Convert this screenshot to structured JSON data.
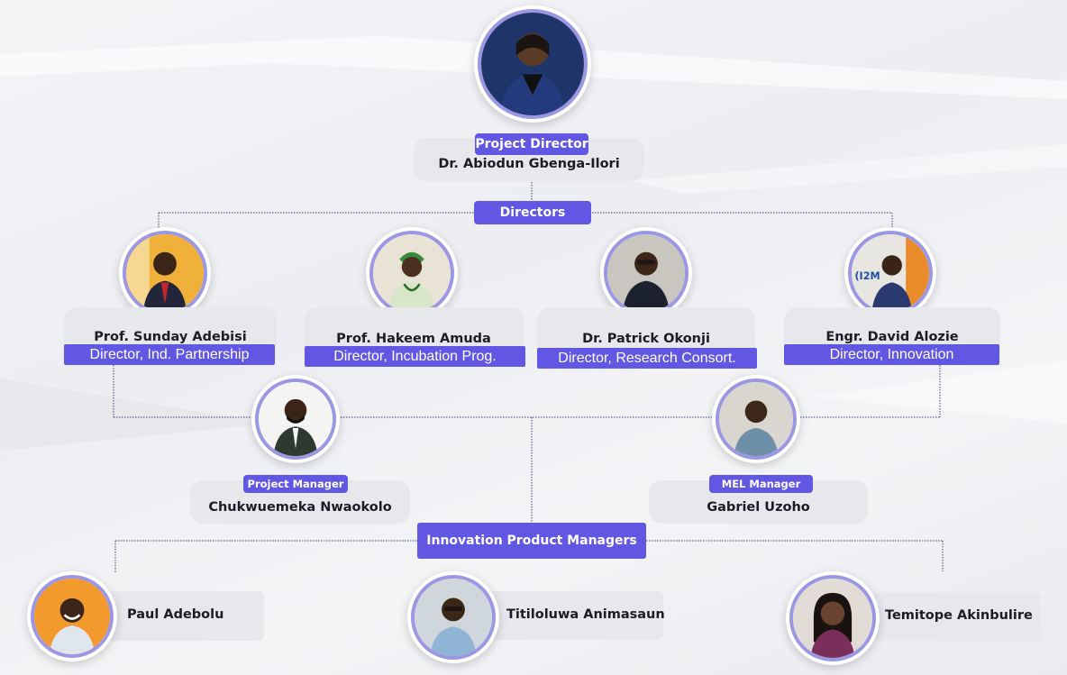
{
  "director": {
    "role": "Project Director",
    "name": "Dr. Abiodun Gbenga-Ilori"
  },
  "directors_label": "Directors",
  "directors": [
    {
      "name": "Prof. Sunday Adebisi",
      "role": "Director, Ind. Partnership"
    },
    {
      "name": "Prof. Hakeem Amuda",
      "role": "Director, Incubation Prog."
    },
    {
      "name": "Dr. Patrick Okonji",
      "role": "Director, Research Consort."
    },
    {
      "name": "Engr. David Alozie",
      "role": "Director, Innovation"
    }
  ],
  "managers": [
    {
      "role": "Project Manager",
      "name": "Chukwuemeka Nwaokolo"
    },
    {
      "role": "MEL Manager",
      "name": "Gabriel Uzoho"
    }
  ],
  "ipm_label": "Innovation Product Managers",
  "product_managers": [
    {
      "name": "Paul Adebolu"
    },
    {
      "name": "Titiloluwa Animasaun"
    },
    {
      "name": "Temitope Akinbulire"
    }
  ],
  "photo_text": "(I2M",
  "colors": {
    "accent": "#6257e3",
    "ring": "#9b97e2",
    "card": "#e6e8ec",
    "line": "#3c3f6a"
  }
}
